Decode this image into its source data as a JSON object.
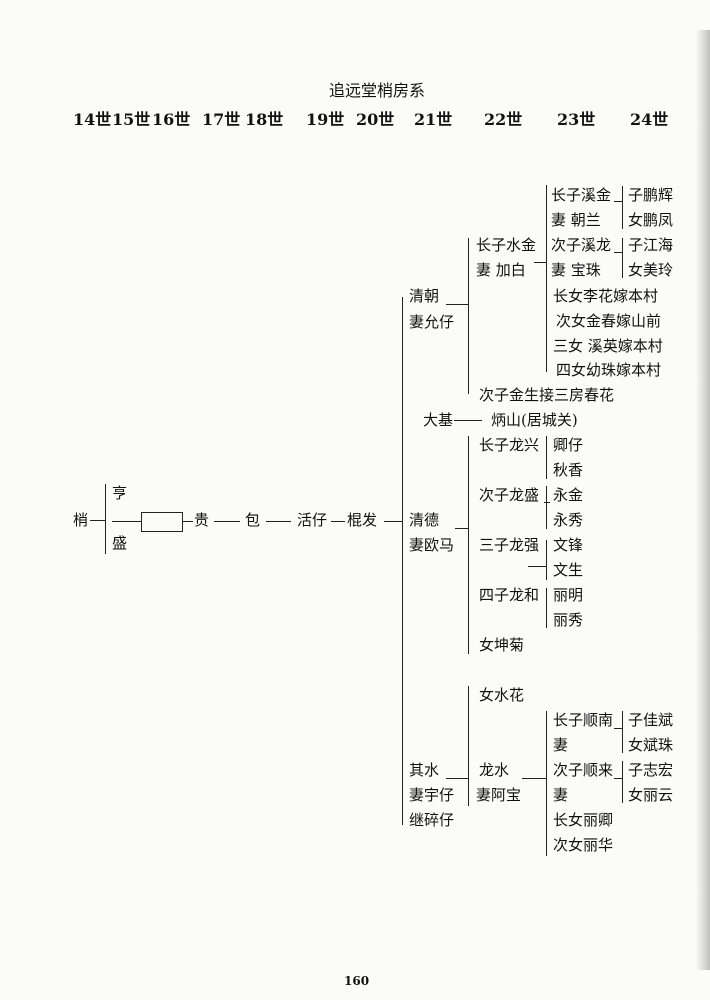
{
  "title": "追远堂梢房系",
  "generations": [
    "14世",
    "15世",
    "16世",
    "17世",
    "18世",
    "19世",
    "20世",
    "21世",
    "22世",
    "23世",
    "24世"
  ],
  "tree": {
    "root": "梢",
    "heng": "亨",
    "sheng": "盛",
    "gui": "贵",
    "bao": "包",
    "huozai": "活仔",
    "kunfa": "棍发",
    "qingchao": {
      "name": "清朝",
      "wife": "妻允仔",
      "shuijin": {
        "name": "长子水金",
        "wife": "妻  加白",
        "xijin": {
          "name": "长子溪金",
          "wife": "妻  朝兰",
          "son": "子鹏辉",
          "daughter": "女鹏凤"
        },
        "xilong": {
          "name": "次子溪龙",
          "wife": "妻  宝珠",
          "son": "子江海",
          "daughter": "女美玲"
        },
        "daughters": [
          "长女李花嫁本村",
          "次女金春嫁山前",
          "三女 溪英嫁本村",
          "四女幼珠嫁本村"
        ]
      },
      "second_son": "次子金生接三房春花"
    },
    "daji": "大基",
    "bingshan": "炳山(居城关)",
    "qingde": {
      "name": "清德",
      "wife": "妻欧马",
      "longxing": {
        "name": "长子龙兴",
        "children": [
          "卿仔",
          "秋香"
        ]
      },
      "longsheng": {
        "name": "次子龙盛",
        "children": [
          "永金",
          "永秀"
        ]
      },
      "longqiang": {
        "name": "三子龙强",
        "children": [
          "文锋",
          "文生"
        ]
      },
      "longhe": {
        "name": "四子龙和",
        "children": [
          "丽明",
          "丽秀"
        ]
      },
      "daughter": "女坤菊"
    },
    "qishui": {
      "name": "其水",
      "wife": "妻宇仔",
      "adopted": "继碎仔",
      "daughter": "女水花",
      "longshui": {
        "name": "龙水",
        "wife": "妻阿宝",
        "shunnan": {
          "name": "长子顺南",
          "wife": "妻",
          "son": "子佳斌",
          "daughter": "女斌珠"
        },
        "shunlai": {
          "name": "次子顺来",
          "wife": "妻",
          "son": "子志宏",
          "daughter": "女丽云"
        },
        "daughters": [
          "长女丽卿",
          "次女丽华"
        ]
      }
    }
  },
  "page_number": "160"
}
